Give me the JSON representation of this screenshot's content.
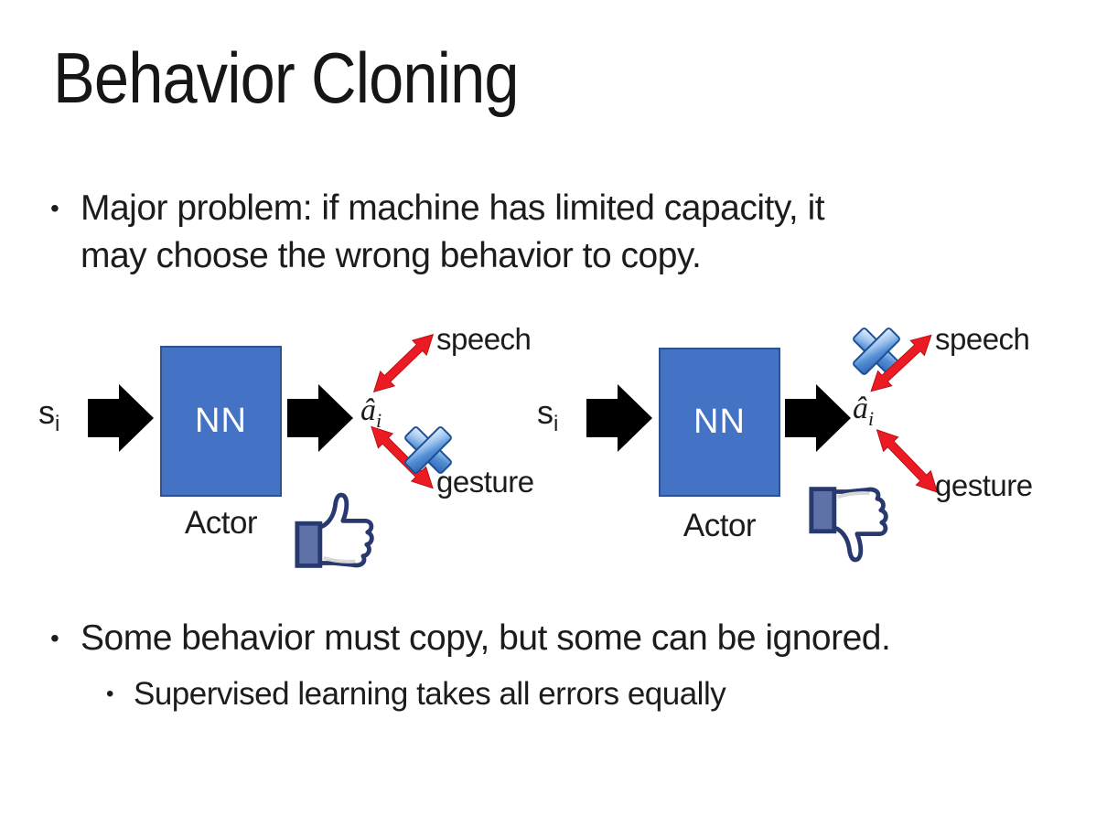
{
  "slide": {
    "title": "Behavior Cloning",
    "bullets": {
      "b1": {
        "marker": "•",
        "text": "Major problem: if machine has limited capacity, it may choose the wrong behavior to copy.",
        "lines": [
          "Major problem: if machine has limited capacity, it",
          "may choose the wrong behavior to copy."
        ]
      },
      "b2": {
        "marker": "•",
        "text": "Some behavior must copy, but some can be ignored.",
        "lines": [
          "Some behavior must copy, but some can be ignored."
        ]
      },
      "b3": {
        "marker": "•",
        "text": "Supervised learning takes all errors equally",
        "lines": [
          "Supervised learning takes all errors equally"
        ]
      }
    }
  },
  "diagram_left": {
    "input_label": "s",
    "input_sub": "i",
    "box_label": "NN",
    "box_role": "Actor",
    "output_label": "â",
    "output_sub": "i",
    "action_top": "speech",
    "action_bottom": "gesture",
    "crossed_out_action": "gesture",
    "feedback_icon": "thumbs-up"
  },
  "diagram_right": {
    "input_label": "s",
    "input_sub": "i",
    "box_label": "NN",
    "box_role": "Actor",
    "output_label": "â",
    "output_sub": "i",
    "action_top": "speech",
    "action_bottom": "gesture",
    "crossed_out_action": "speech",
    "feedback_icon": "thumbs-down"
  },
  "colors": {
    "nn_fill": "#4472C4",
    "nn_border": "#2F528F",
    "block_arrow": "#000000",
    "red_arrow": "#EC1B23",
    "cross_blue_dark": "#2D66B0",
    "cross_blue_light": "#E9F2FC",
    "thumb_outline": "#27396F",
    "thumb_cuff": "#5E71A8",
    "text": "#1c1c1c"
  }
}
